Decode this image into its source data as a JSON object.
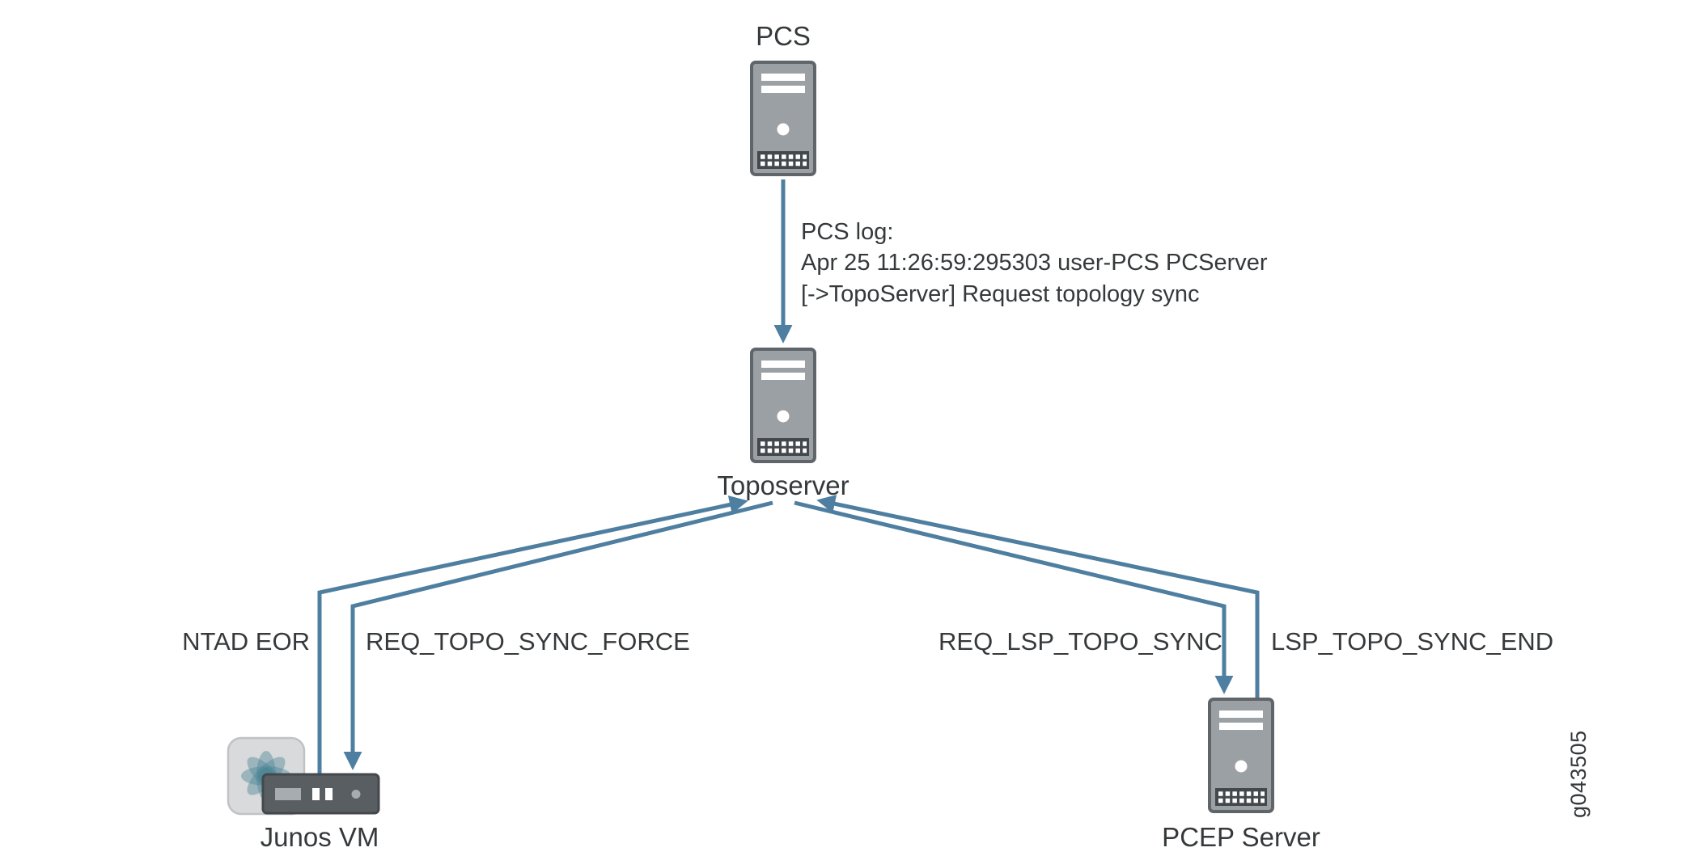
{
  "colors": {
    "arrow": "#4e7fa0",
    "text": "#36393b",
    "server-body": "#9ba0a5",
    "server-border": "#606569",
    "server-panel": "#43484c",
    "badge": "#d8dadb",
    "petal": "#4b8493",
    "junos-box": "#595e63"
  },
  "nodes": {
    "pcs": "PCS",
    "toposerver": "Toposerver",
    "junos_vm": "Junos VM",
    "pcep_server": "PCEP Server"
  },
  "log": {
    "line1": "PCS log:",
    "line2": "Apr 25 11:26:59:295303 user-PCS PCServer",
    "line3": "[->TopoServer] Request topology sync"
  },
  "messages": {
    "ntad_eor": "NTAD EOR",
    "req_topo_sync_force": "REQ_TOPO_SYNC_FORCE",
    "req_lsp_topo_sync": "REQ_LSP_TOPO_SYNC",
    "lsp_topo_sync_end": "LSP_TOPO_SYNC_END"
  },
  "figure_id": "g043505"
}
